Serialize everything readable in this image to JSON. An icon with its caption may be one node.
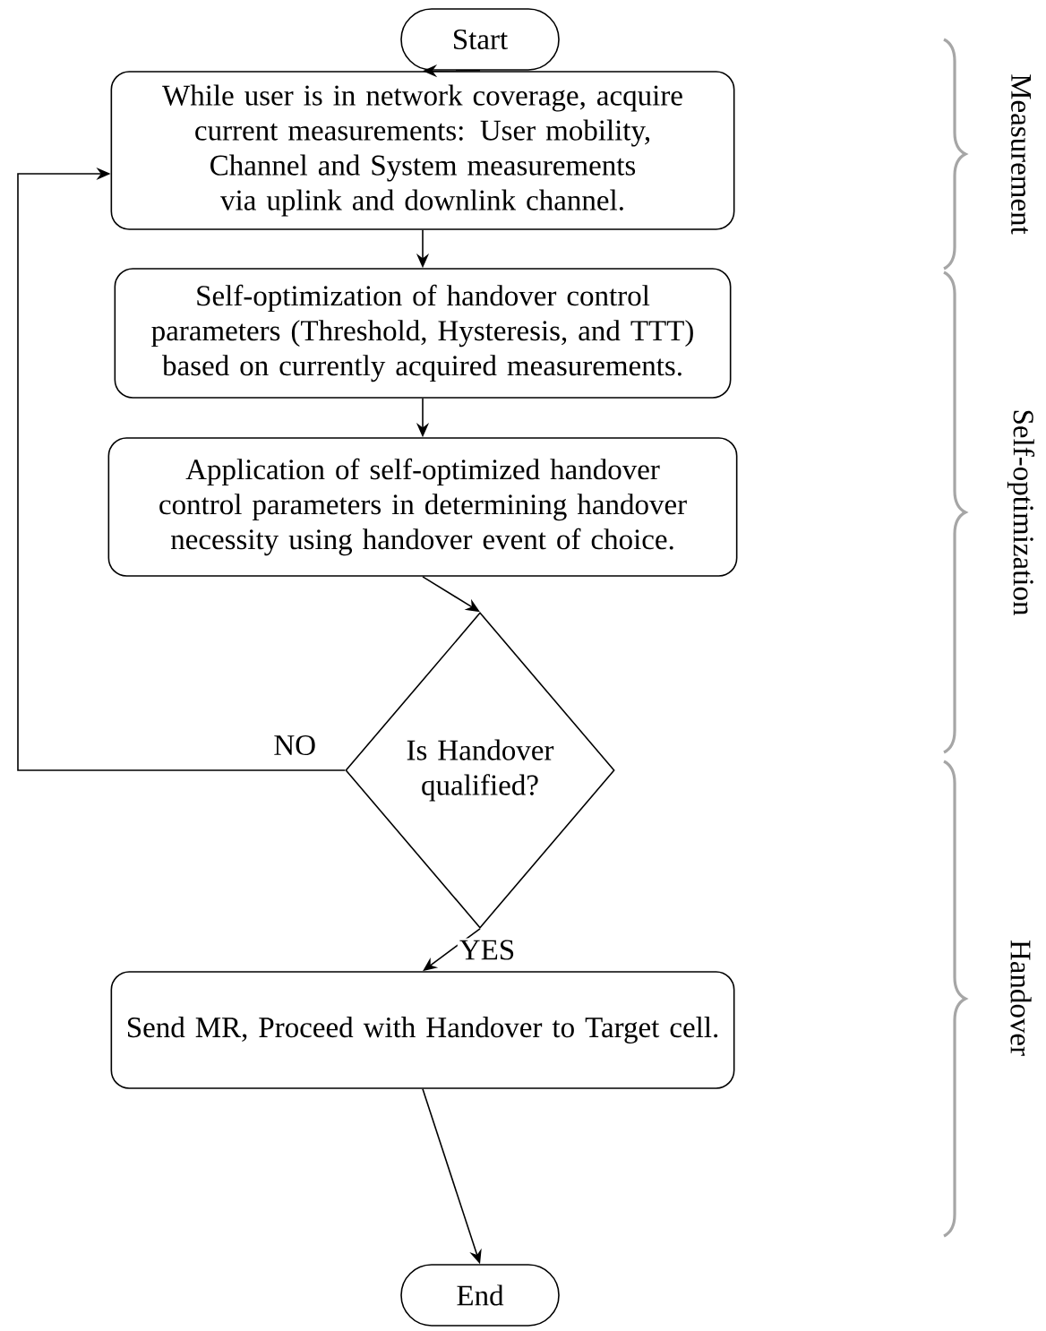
{
  "diagram": {
    "nodes": [
      {
        "text": [
          "Start"
        ]
      },
      {
        "text": [
          "While user is in network coverage, acquire current measurements: User mobility, Channel and System measurements via uplink and downlink channel."
        ]
      },
      {
        "text": [
          "Self-optimization of handover control parameters (Threshold, Hysteresis, and TTT) based on currently acquired measurements."
        ]
      },
      {
        "text": [
          "Application of self-optimized handover control parameters in determining handover necessity using handover event of choice."
        ]
      },
      {
        "text": [
          "Is Handover qualified?"
        ]
      },
      {
        "text": [
          "Send MR, Proceed with Handover to Target cell."
        ]
      },
      {
        "text": [
          "End"
        ]
      }
    ],
    "edges": [
      {
        "from": 0,
        "to": 1,
        "arrow": "to"
      },
      {
        "from": 1,
        "to": 2,
        "arrow": "to"
      },
      {
        "from": 2,
        "to": 3,
        "arrow": "to"
      },
      {
        "from": 3,
        "to": 4,
        "arrow": "to"
      },
      {
        "from": 4,
        "to": 5,
        "arrow": "to",
        "label": "YES"
      },
      {
        "from": 5,
        "to": 6,
        "arrow": "to"
      },
      {
        "from": 4,
        "to": 1,
        "arrow": "to",
        "label": "NO"
      }
    ],
    "labels": [
      "Measurement",
      "Self-optimization",
      "Handover"
    ]
  }
}
